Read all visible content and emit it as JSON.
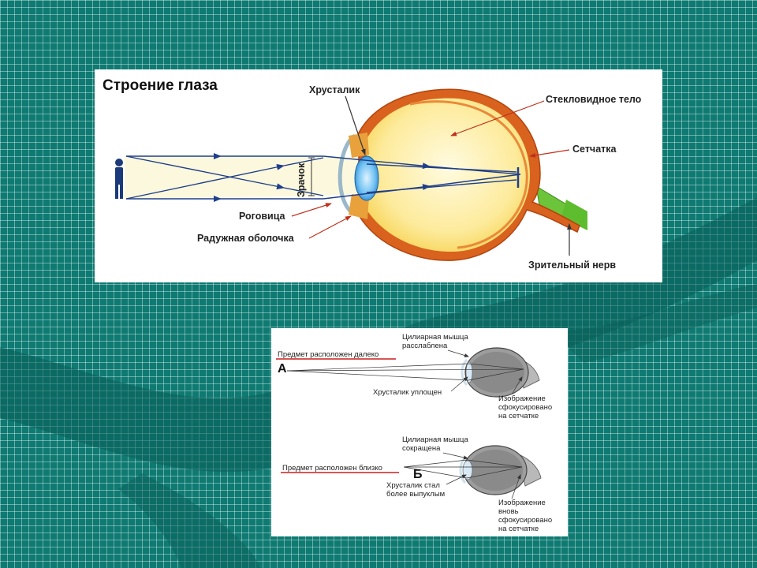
{
  "top_diagram": {
    "title": "Строение глаза",
    "labels": {
      "lens": "Хрусталик",
      "vitreous": "Стекловидное тело",
      "retina": "Сетчатка",
      "pupil": "Зрачок",
      "cornea": "Роговица",
      "iris": "Радужная оболочка",
      "optic_nerve": "Зрительный нерв"
    }
  },
  "bottom_diagram": {
    "far": {
      "letter": "А",
      "object_label": "Предмет расположен далеко",
      "muscle_line1": "Цилиарная мышца",
      "muscle_line2": "расслаблена",
      "lens_line1": "Хрусталик уплощен",
      "image_line1": "Изображение",
      "image_line2": "сфокусировано",
      "image_line3": "на сетчатке"
    },
    "near": {
      "letter": "Б",
      "object_label": "Предмет расположен близко",
      "muscle_line1": "Цилиарная мышца",
      "muscle_line2": "сокращена",
      "lens_line1": "Хрусталик стал",
      "lens_line2": "более выпуклым",
      "image_line1": "Изображение",
      "image_line2": "вновь",
      "image_line3": "сфокусировано",
      "image_line4": "на сетчатке"
    }
  },
  "colors": {
    "background": "#0e7a72",
    "ray": "#1f3f8a",
    "sclera": "#c7511b",
    "vitreous": "#fbe27a",
    "lens": "#3aa0e6",
    "nerve": "#5ebd2e",
    "underline": "#cc1f1f"
  }
}
